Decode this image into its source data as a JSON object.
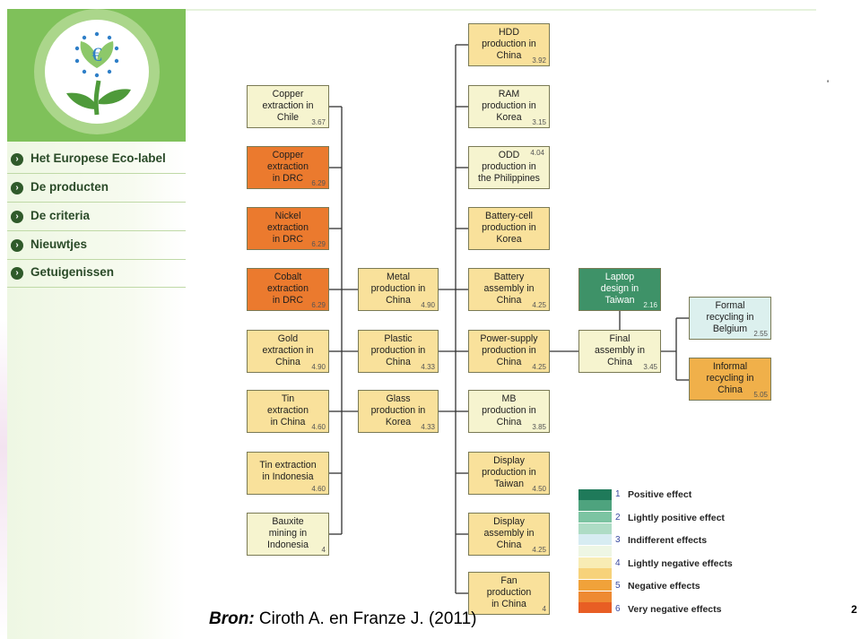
{
  "nav": {
    "items": [
      {
        "label": "Het Europese Eco-label"
      },
      {
        "label": "De producten"
      },
      {
        "label": "De criteria"
      },
      {
        "label": "Nieuwtjes"
      },
      {
        "label": "Getuigenissen"
      }
    ]
  },
  "logo": {
    "symbol": "€"
  },
  "boxes": {
    "copper_chile": {
      "text": "Copper\nextraction in\nChile",
      "value": "3.67",
      "level": 4
    },
    "copper_drc": {
      "text": "Copper\nextraction\nin DRC",
      "value": "6.29",
      "level": 6
    },
    "nickel_drc": {
      "text": "Nickel\nextraction\nin DRC",
      "value": "6.29",
      "level": 6
    },
    "cobalt_drc": {
      "text": "Cobalt\nextraction\nin DRC",
      "value": "6.29",
      "level": 6
    },
    "gold_china": {
      "text": "Gold\nextraction in\nChina",
      "value": "4.90",
      "level": 4
    },
    "tin_china": {
      "text": "Tin\nextraction\nin China",
      "value": "4.60",
      "level": 4
    },
    "tin_indonesia": {
      "text": "Tin extraction\nin Indonesia",
      "value": "4.60",
      "level": 4
    },
    "bauxite_indonesia": {
      "text": "Bauxite\nmining in\nIndonesia",
      "value": "4",
      "level": 4
    },
    "metal_china": {
      "text": "Metal\nproduction in\nChina",
      "value": "4.90",
      "level": 4
    },
    "plastic_china": {
      "text": "Plastic\nproduction in\nChina",
      "value": "4.33",
      "level": 4
    },
    "glass_korea": {
      "text": "Glass\nproduction in\nKorea",
      "value": "4.33",
      "level": 4
    },
    "hdd_china": {
      "text": "HDD\nproduction in\nChina",
      "value": "3.92",
      "level": 4
    },
    "ram_korea": {
      "text": "RAM\nproduction in\nKorea",
      "value": "3.15",
      "level": 4
    },
    "odd_philippines": {
      "text": "ODD\nproduction in\nthe Philippines",
      "value": "4.04",
      "level": 4
    },
    "battery_cell_korea": {
      "text": "Battery-cell\nproduction in\nKorea",
      "value": "",
      "level": 4
    },
    "battery_assembly": {
      "text": "Battery\nassembly in\nChina",
      "value": "4.25",
      "level": 4
    },
    "power_supply": {
      "text": "Power-supply\nproduction in\nChina",
      "value": "4.25",
      "level": 4
    },
    "mb_china": {
      "text": "MB\nproduction in\nChina",
      "value": "3.85",
      "level": 4
    },
    "display_prod": {
      "text": "Display\nproduction in\nTaiwan",
      "value": "4.50",
      "level": 4
    },
    "display_assembly": {
      "text": "Display\nassembly in\nChina",
      "value": "4.25",
      "level": 4
    },
    "fan_china": {
      "text": "Fan\nproduction\nin China",
      "value": "4",
      "level": 4
    },
    "laptop_design": {
      "text": "Laptop\ndesign in\nTaiwan",
      "value": "2.16",
      "level": 2
    },
    "final_assembly": {
      "text": "Final\nassembly in\nChina",
      "value": "3.45",
      "level": 3
    },
    "formal_recycling": {
      "text": "Formal\nrecycling in\nBelgium",
      "value": "2.55",
      "level": 3
    },
    "informal_recycling": {
      "text": "Informal\nrecycling in\nChina",
      "value": "5.05",
      "level": 5
    }
  },
  "legend": [
    {
      "num": "1",
      "label": "Positive effect",
      "color": "#1f7a5a"
    },
    {
      "num": "2",
      "label": "Lightly positive effect",
      "color": "#7cc4a2"
    },
    {
      "num": "3",
      "label": "Indifferent effects",
      "color": "#d7ecf2"
    },
    {
      "num": "4",
      "label": "Lightly negative effects",
      "color": "#f8ecb4"
    },
    {
      "num": "5",
      "label": "Negative effects",
      "color": "#f0a23a"
    },
    {
      "num": "6",
      "label": "Very negative effects",
      "color": "#e85e24"
    }
  ],
  "source": {
    "prefix": "Bron:",
    "text": " Ciroth A. en Franze J. (2011)"
  },
  "page_number": "2",
  "tick_mark": "'"
}
